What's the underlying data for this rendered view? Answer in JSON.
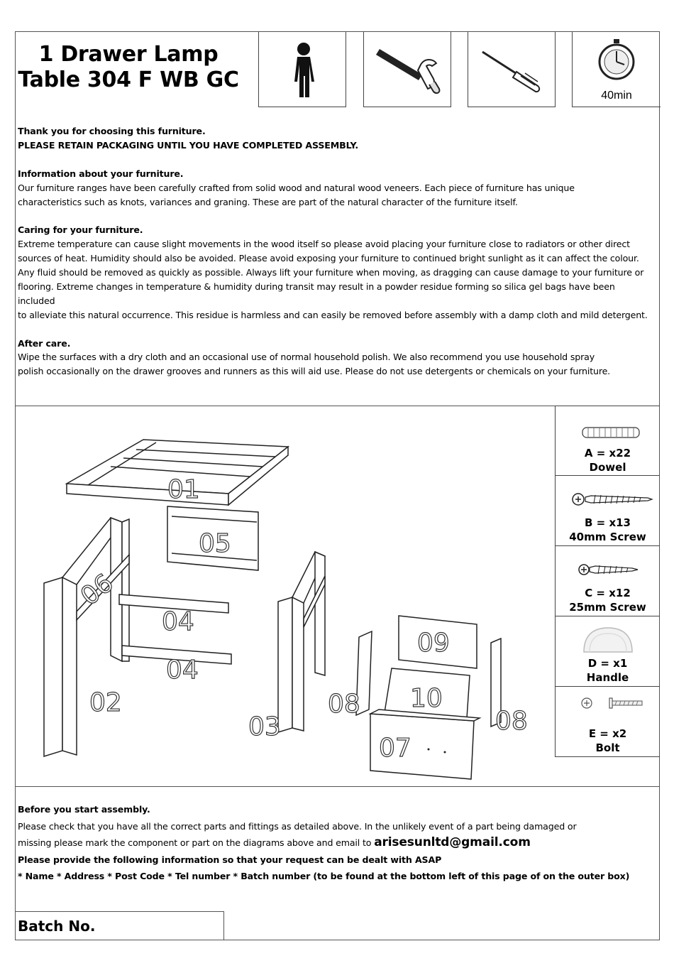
{
  "header": {
    "title_line1": "1 Drawer Lamp",
    "title_line2": "Table 304 F WB GC",
    "icons": [
      "person-icon",
      "hammer-icon",
      "screwdriver-icon",
      "stopwatch-icon"
    ],
    "assembly_time": "40min"
  },
  "info": {
    "thanks": "Thank you for choosing this furniture.",
    "retain": "PLEASE RETAIN PACKAGING UNTIL YOU HAVE COMPLETED ASSEMBLY.",
    "about_heading": "Information about your furniture.",
    "about_line1": "Our furniture ranges have been carefully crafted from solid wood and natural wood veneers. Each piece of furniture has unique",
    "about_line2": "characteristics such as knots, variances and graning. These are part of the natural character of the furniture itself.",
    "caring_heading": "Caring for your furniture.",
    "caring_line1": "Extreme temperature can cause slight movements in the wood itself so please avoid placing your furniture close to radiators or other direct",
    "caring_line2": "sources of heat. Humidity should also be avoided. Please avoid exposing your furniture to continued bright sunlight as it can affect the colour.",
    "caring_line3": "Any fluid should be removed as quickly as possible. Always lift your furniture when moving, as dragging can cause  damage to your furniture or",
    "caring_line4": "flooring. Extreme changes in temperature & humidity during transit may result in a powder residue forming so silica gel bags have been included",
    "caring_line5": "to alleviate this natural occurrence. This residue is harmless and can easily be removed before assembly with a damp cloth and mild detergent.",
    "aftercare_heading": "After care.",
    "aftercare_line1": "Wipe the surfaces with a dry cloth and an occasional use of normal household polish. We also recommend you use household spray",
    "aftercare_line2": "polish occasionally on the drawer grooves and runners as this will aid use. Please do not use detergents or chemicals on your furniture."
  },
  "parts": [
    "01",
    "05",
    "06",
    "04",
    "04",
    "02",
    "03",
    "09",
    "08",
    "10",
    "08",
    "07"
  ],
  "fittings": [
    {
      "code": "A = x22",
      "name": "Dowel",
      "icon": "dowel-icon"
    },
    {
      "code": "B = x13",
      "name": "40mm Screw",
      "icon": "long-screw-icon"
    },
    {
      "code": "C = x12",
      "name": "25mm Screw",
      "icon": "short-screw-icon"
    },
    {
      "code": "D = x1",
      "name": "Handle",
      "icon": "cup-handle-icon"
    },
    {
      "code": "E = x2",
      "name": "Bolt",
      "icon": "bolt-icon"
    }
  ],
  "before": {
    "heading": "Before you start assembly.",
    "line1": "Please check that you have all the correct parts and fittings as detailed above. In the unlikely event of a part being damaged or",
    "line2": "missing please mark  the component or part on the diagrams above and email to",
    "email": "arisesunltd@gmail.com",
    "line3": "Please provide the following information so that your request can be dealt with ASAP",
    "line4": "* Name * Address * Post Code * Tel number * Batch number (to be found at the bottom left of this page of on the outer box)"
  },
  "batch_label": "Batch No."
}
